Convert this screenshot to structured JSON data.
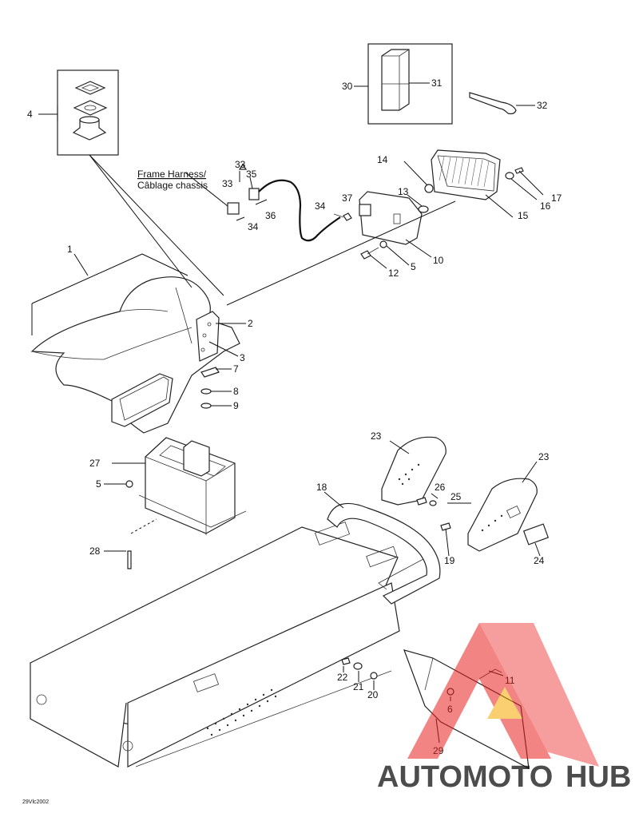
{
  "diagram": {
    "labels": [
      "1",
      "2",
      "3",
      "4",
      "5",
      "5",
      "6",
      "7",
      "8",
      "9",
      "10",
      "11",
      "12",
      "13",
      "14",
      "15",
      "16",
      "17",
      "18",
      "19",
      "20",
      "21",
      "22",
      "23",
      "23",
      "24",
      "25",
      "26",
      "27",
      "28",
      "29",
      "30",
      "31",
      "32",
      "33",
      "33",
      "34",
      "34",
      "35",
      "36",
      "37"
    ],
    "harness_label_line1": "Frame Harness/",
    "harness_label_line2": "Câblage chassis",
    "figure_code": "29Vlc2002"
  },
  "watermark": {
    "brand_part1": "AUTOMOTO",
    "brand_part2": "HUB",
    "color_main": "#f5a800",
    "color_accent": "#e8231f",
    "color_dark": "#555555"
  }
}
